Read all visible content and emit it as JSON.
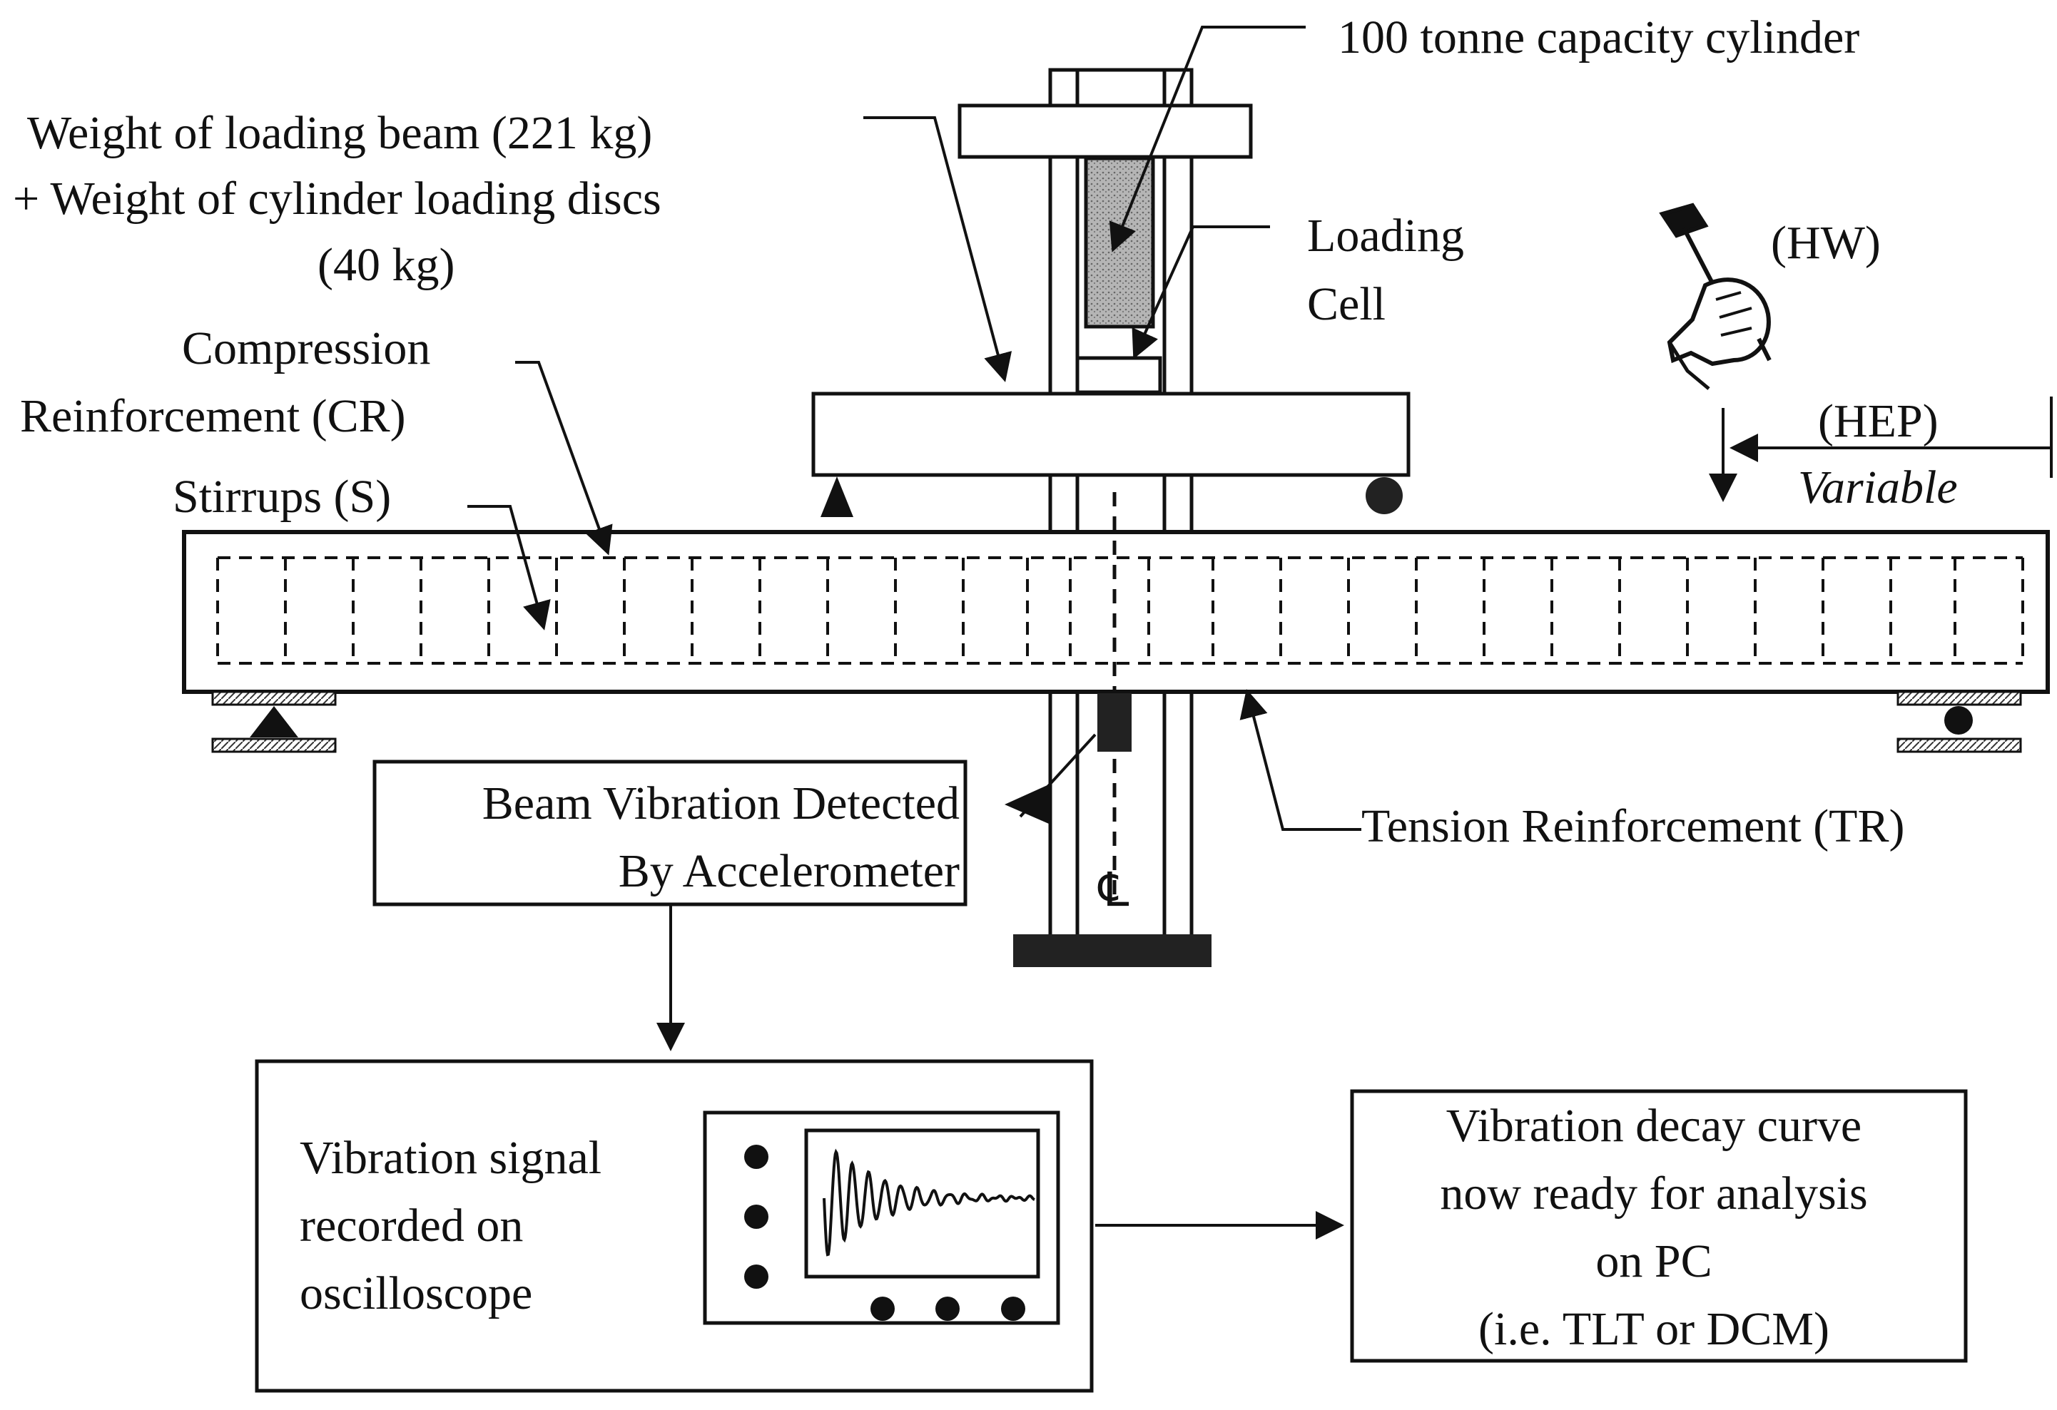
{
  "labels": {
    "cylinder": "100 tonne capacity cylinder",
    "weight_line1": "Weight of loading beam (221 kg)",
    "weight_line2": "+ Weight of cylinder loading discs",
    "weight_line3": "(40 kg)",
    "loading_cell_line1": "Loading",
    "loading_cell_line2": "Cell",
    "hw": "(HW)",
    "cr_line1": "Compression",
    "cr_line2": "Reinforcement (CR)",
    "stirrups": "Stirrups (S)",
    "hep": "(HEP)",
    "variable": "Variable",
    "tension": "Tension Reinforcement (TR)",
    "centerline_symbol": "℄"
  },
  "boxes": {
    "accelerometer_line1": "Beam Vibration Detected",
    "accelerometer_line2": "By Accelerometer",
    "oscilloscope_line1": "Vibration signal",
    "oscilloscope_line2": "recorded on",
    "oscilloscope_line3": "oscilloscope",
    "pc_line1": "Vibration decay curve",
    "pc_line2": "now ready for analysis",
    "pc_line3": "on PC",
    "pc_line4": "(i.e. TLT or DCM)"
  },
  "colors": {
    "ink": "#111111",
    "fill_grey": "#9a9a9a",
    "background": "#ffffff"
  },
  "icons": [
    "hammer-in-hand-icon",
    "pin-support-icon",
    "roller-support-icon",
    "accelerometer-icon",
    "oscilloscope-icon"
  ]
}
